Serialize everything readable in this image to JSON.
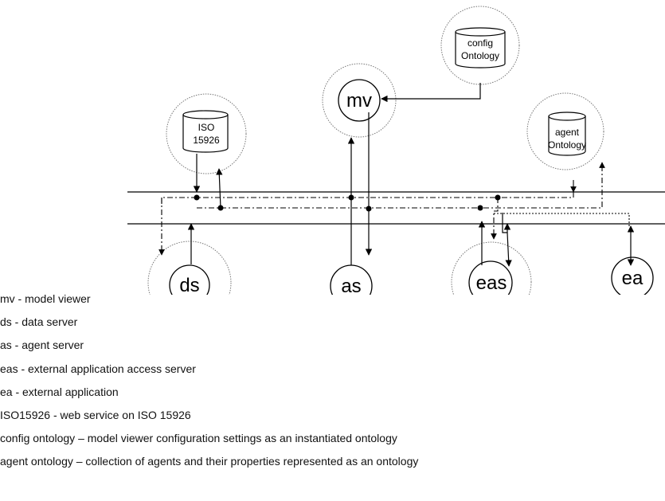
{
  "nodes": {
    "mv": "mv",
    "ds": "ds",
    "as": "as",
    "eas": "eas",
    "ea": "ea",
    "config_db": [
      "config",
      "Ontology"
    ],
    "iso_db": [
      "ISO",
      "15926"
    ],
    "agent_db": [
      "agent",
      "Ontology"
    ]
  },
  "legend": [
    "mv - model viewer",
    "ds - data server",
    "as - agent server",
    "eas - external application access server",
    "ea - external application",
    "ISO15926 - web service on ISO 15926",
    "config ontology – model viewer configuration settings as an instantiated ontology",
    "agent ontology – collection of agents and their properties represented as an ontology"
  ]
}
